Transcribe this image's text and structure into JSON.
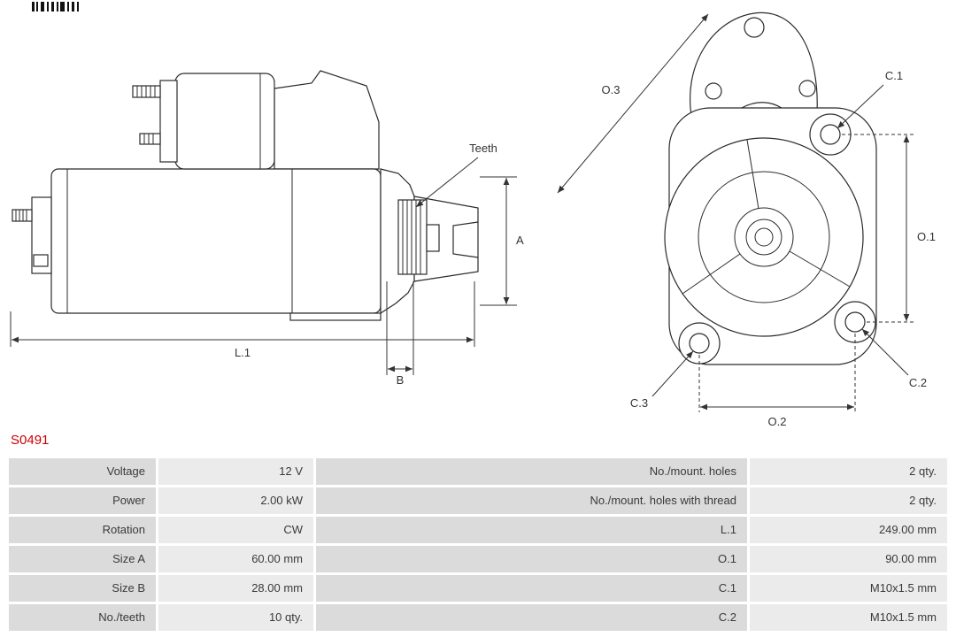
{
  "part_number": {
    "text": "S0491",
    "color": "#cc0000"
  },
  "diagram": {
    "labels": {
      "teeth": "Teeth",
      "a": "A",
      "b": "B",
      "l1": "L.1",
      "o1": "O.1",
      "o2": "O.2",
      "o3": "O.3",
      "c1": "C.1",
      "c2": "C.2",
      "c3": "C.3"
    }
  },
  "table": {
    "colors": {
      "label_bg": "#dbdbdb",
      "value_bg": "#ebebeb",
      "text": "#3a3a3a"
    },
    "rows": [
      {
        "label": "Voltage",
        "value": "12 V",
        "label2": "No./mount. holes",
        "value2": "2 qty."
      },
      {
        "label": "Power",
        "value": "2.00 kW",
        "label2": "No./mount. holes with thread",
        "value2": "2 qty."
      },
      {
        "label": "Rotation",
        "value": "CW",
        "label2": "L.1",
        "value2": "249.00 mm"
      },
      {
        "label": "Size A",
        "value": "60.00 mm",
        "label2": "O.1",
        "value2": "90.00 mm"
      },
      {
        "label": "Size B",
        "value": "28.00 mm",
        "label2": "C.1",
        "value2": "M10x1.5 mm"
      },
      {
        "label": "No./teeth",
        "value": "10 qty.",
        "label2": "C.2",
        "value2": "M10x1.5 mm"
      }
    ]
  }
}
